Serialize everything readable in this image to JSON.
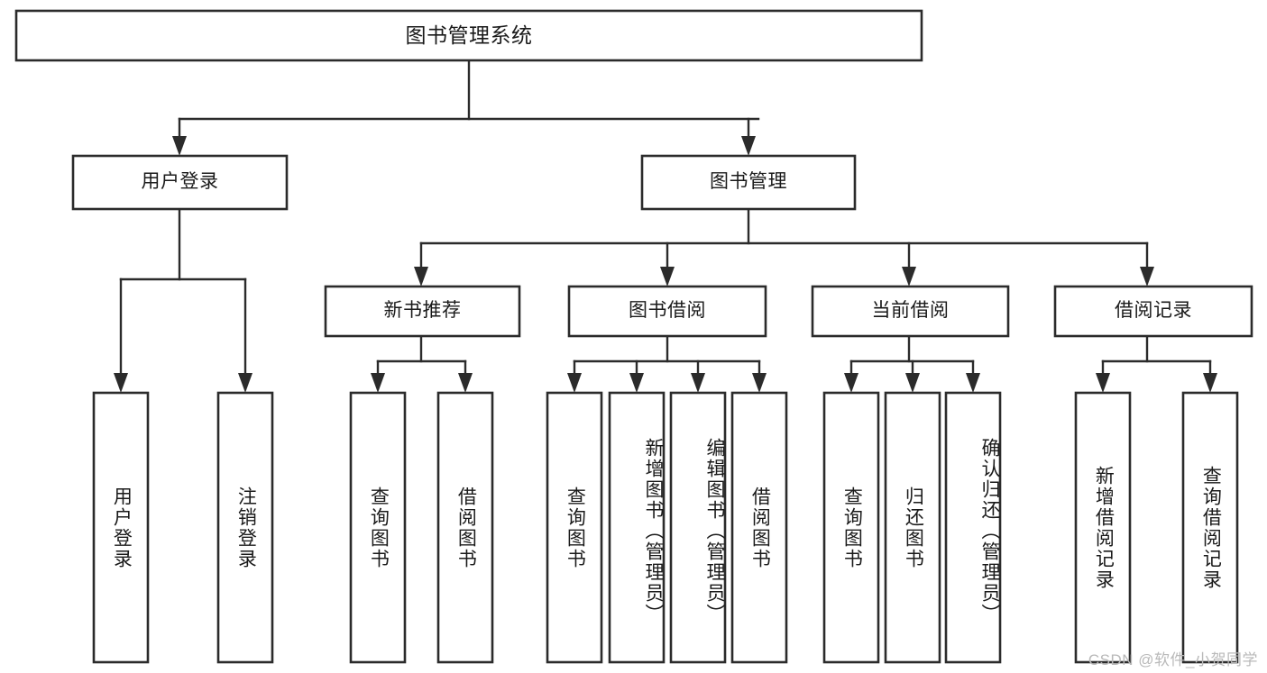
{
  "diagram": {
    "type": "tree-hierarchy-chart",
    "title": "图书管理系统",
    "orientation": "top-down",
    "background_color": "#ffffff",
    "line_color": "#2b2b2b",
    "box_fill": "#ffffff",
    "text_color": "#1a1a1a",
    "nodes": {
      "root": {
        "label": "图书管理系统",
        "level": 1,
        "text_direction": "horizontal"
      },
      "user_login": {
        "label": "用户登录",
        "level": 2,
        "text_direction": "horizontal"
      },
      "book_manage": {
        "label": "图书管理",
        "level": 2,
        "text_direction": "horizontal"
      },
      "new_book_rec": {
        "label": "新书推荐",
        "level": 3,
        "text_direction": "horizontal"
      },
      "book_borrow": {
        "label": "图书借阅",
        "level": 3,
        "text_direction": "horizontal"
      },
      "current_borrow": {
        "label": "当前借阅",
        "level": 3,
        "text_direction": "horizontal"
      },
      "borrow_record": {
        "label": "借阅记录",
        "level": 3,
        "text_direction": "horizontal"
      },
      "leaf_user_login": {
        "label": "用户登录",
        "level": 4,
        "text_direction": "vertical"
      },
      "leaf_logout": {
        "label": "注销登录",
        "level": 4,
        "text_direction": "vertical"
      },
      "leaf_query_book_a": {
        "label": "查询图书",
        "level": 4,
        "text_direction": "vertical"
      },
      "leaf_borrow_book_a": {
        "label": "借阅图书",
        "level": 4,
        "text_direction": "vertical"
      },
      "leaf_query_book_b": {
        "label": "查询图书",
        "level": 4,
        "text_direction": "vertical"
      },
      "leaf_add_book": {
        "label": "新增图书（管理员）",
        "level": 4,
        "text_direction": "vertical"
      },
      "leaf_edit_book": {
        "label": "编辑图书（管理员）",
        "level": 4,
        "text_direction": "vertical"
      },
      "leaf_borrow_book_b": {
        "label": "借阅图书",
        "level": 4,
        "text_direction": "vertical"
      },
      "leaf_query_book_c": {
        "label": "查询图书",
        "level": 4,
        "text_direction": "vertical"
      },
      "leaf_return_book": {
        "label": "归还图书",
        "level": 4,
        "text_direction": "vertical"
      },
      "leaf_confirm_return": {
        "label": "确认归还（管理员）",
        "level": 4,
        "text_direction": "vertical"
      },
      "leaf_add_record": {
        "label": "新增借阅记录",
        "level": 4,
        "text_direction": "vertical"
      },
      "leaf_query_record": {
        "label": "查询借阅记录",
        "level": 4,
        "text_direction": "vertical"
      }
    },
    "edges": [
      {
        "from": "root",
        "to": "user_login"
      },
      {
        "from": "root",
        "to": "book_manage"
      },
      {
        "from": "user_login",
        "to": "leaf_user_login"
      },
      {
        "from": "user_login",
        "to": "leaf_logout"
      },
      {
        "from": "book_manage",
        "to": "new_book_rec"
      },
      {
        "from": "book_manage",
        "to": "book_borrow"
      },
      {
        "from": "book_manage",
        "to": "current_borrow"
      },
      {
        "from": "book_manage",
        "to": "borrow_record"
      },
      {
        "from": "new_book_rec",
        "to": "leaf_query_book_a"
      },
      {
        "from": "new_book_rec",
        "to": "leaf_borrow_book_a"
      },
      {
        "from": "book_borrow",
        "to": "leaf_query_book_b"
      },
      {
        "from": "book_borrow",
        "to": "leaf_add_book"
      },
      {
        "from": "book_borrow",
        "to": "leaf_edit_book"
      },
      {
        "from": "book_borrow",
        "to": "leaf_borrow_book_b"
      },
      {
        "from": "current_borrow",
        "to": "leaf_query_book_c"
      },
      {
        "from": "current_borrow",
        "to": "leaf_return_book"
      },
      {
        "from": "current_borrow",
        "to": "leaf_confirm_return"
      },
      {
        "from": "borrow_record",
        "to": "leaf_add_record"
      },
      {
        "from": "borrow_record",
        "to": "leaf_query_record"
      }
    ]
  },
  "watermark": {
    "text": "CSDN @软件_小贺同学",
    "color": "#b9b9b9"
  }
}
